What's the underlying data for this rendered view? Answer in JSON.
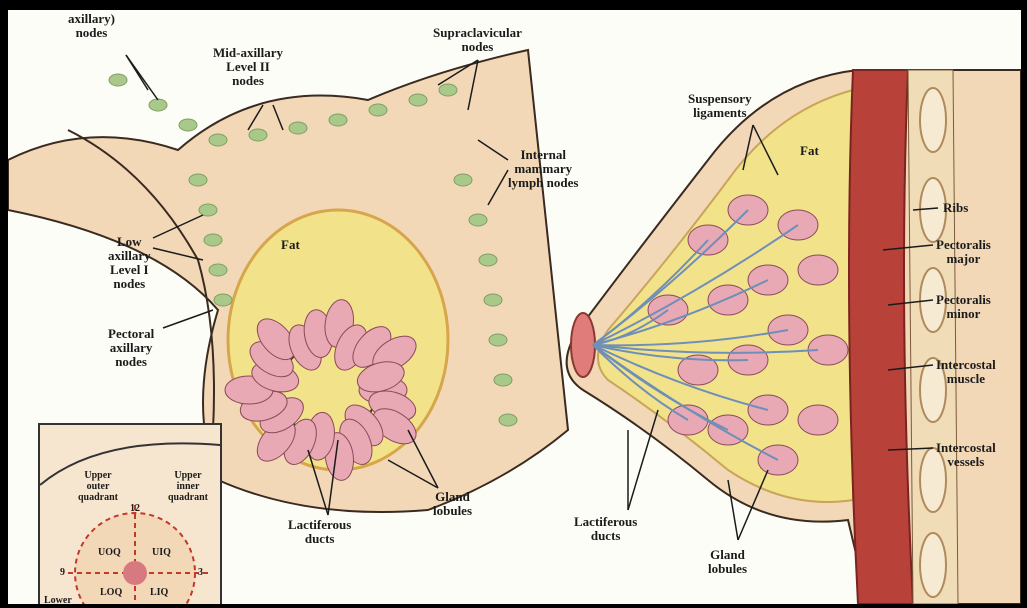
{
  "diagram": {
    "left_labels": {
      "axillary_top": [
        "axillary)",
        "nodes"
      ],
      "mid_axillary": [
        "Mid-axillary",
        "Level II",
        "nodes"
      ],
      "supraclavicular": [
        "Supraclavicular",
        "nodes"
      ],
      "internal_mammary": [
        "Internal",
        "mammary",
        "lymph nodes"
      ],
      "fat": "Fat",
      "low_axillary": [
        "Low",
        "axillary",
        "Level I",
        "nodes"
      ],
      "pectoral_axillary": [
        "Pectoral",
        "axillary",
        "nodes"
      ],
      "lactiferous_ducts": [
        "Lactiferous",
        "ducts"
      ],
      "gland_lobules": [
        "Gland",
        "lobules"
      ]
    },
    "right_labels": {
      "suspensory": [
        "Suspensory",
        "ligaments"
      ],
      "fat": "Fat",
      "ribs": "Ribs",
      "pectoralis_major": [
        "Pectoralis",
        "major"
      ],
      "pectoralis_minor": [
        "Pectoralis",
        "minor"
      ],
      "intercostal_muscle": [
        "Intercostal",
        "muscle"
      ],
      "intercostal_vessels": [
        "Intercostal",
        "vessels"
      ],
      "lactiferous_ducts": [
        "Lactiferous",
        "ducts"
      ],
      "gland_lobules": [
        "Gland",
        "lobules"
      ]
    },
    "inset_labels": {
      "upper_outer": [
        "Upper",
        "outer",
        "quadrant"
      ],
      "upper_inner": [
        "Upper",
        "inner",
        "quadrant"
      ],
      "twelve": "12",
      "nine": "9",
      "three": "3",
      "uoq": "UOQ",
      "uiq": "UIQ",
      "loq": "LOQ",
      "liq": "LIQ",
      "lower": "Lower"
    }
  },
  "colors": {
    "skin": "#f1d3b3",
    "fat": "#f2e38a",
    "lobule": "#e8a9b4",
    "muscle": "#b8413a",
    "lymph": "#a9c98a",
    "duct": "#6f8fb8"
  }
}
